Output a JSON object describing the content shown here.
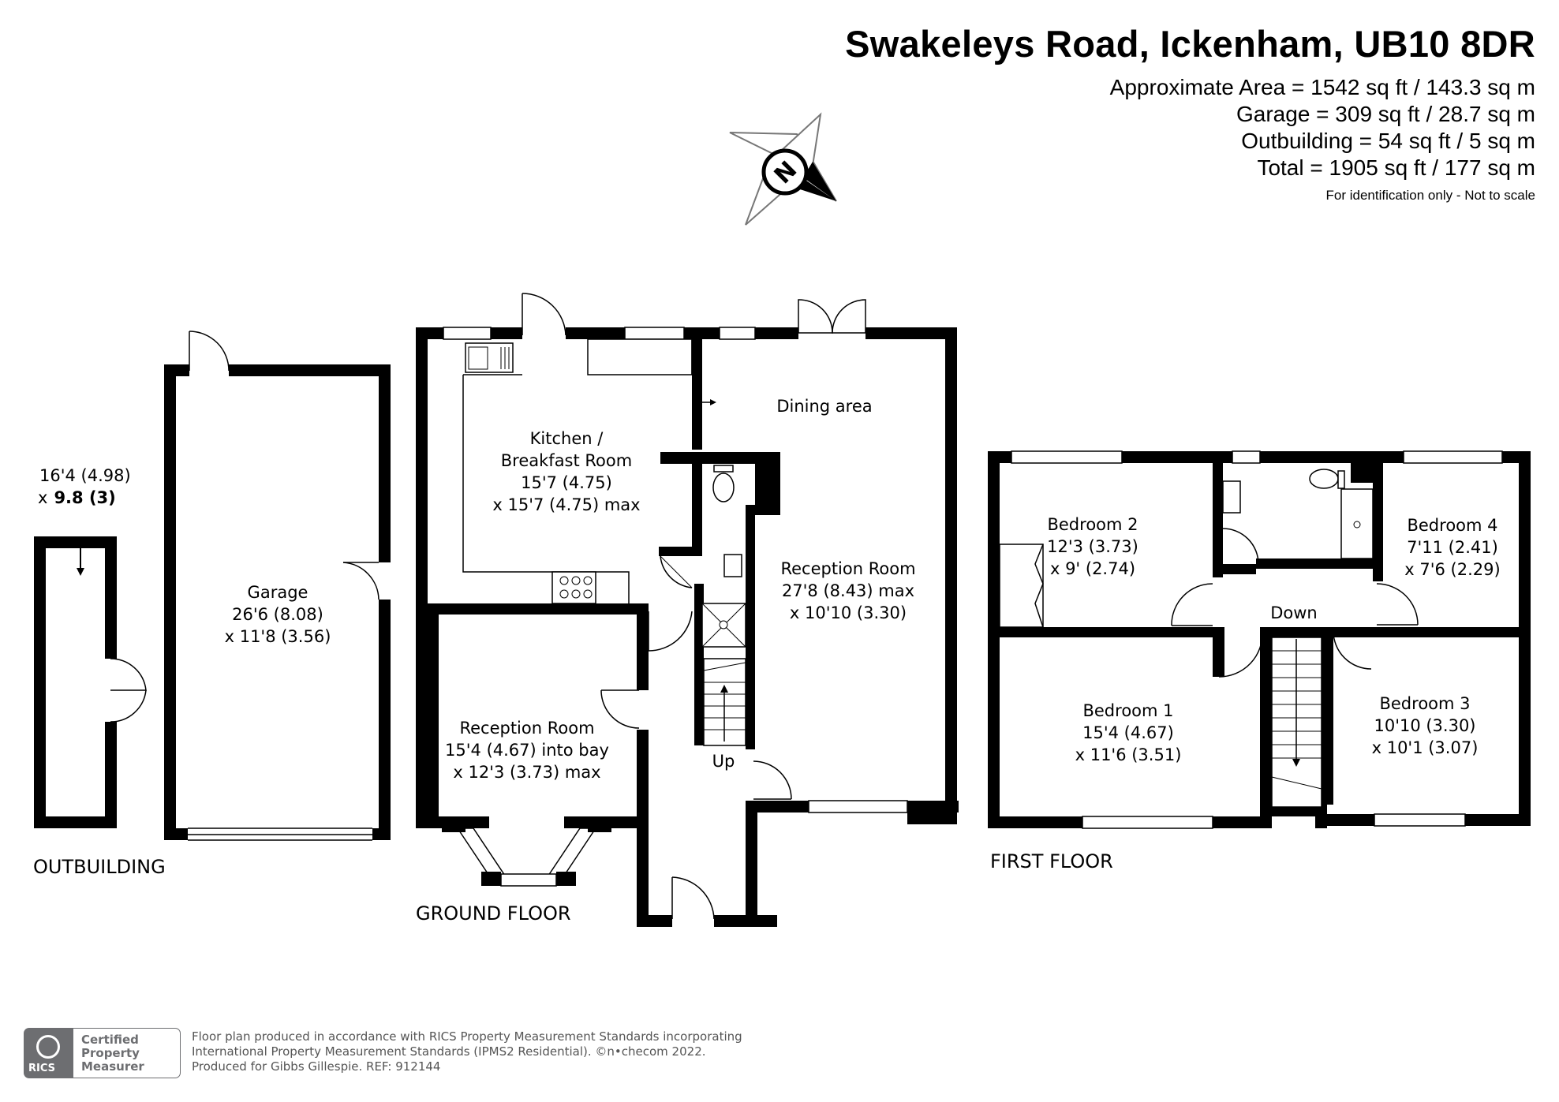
{
  "header": {
    "title": "Swakeleys Road, Ickenham, UB10 8DR",
    "areas": [
      "Approximate Area = 1542 sq ft / 143.3 sq m",
      "Garage = 309 sq ft / 28.7 sq m",
      "Outbuilding = 54 sq ft / 5 sq m",
      "Total = 1905 sq ft / 177 sq m"
    ],
    "disclaimer": "For identification only - Not to scale"
  },
  "compass": {
    "letter": "N",
    "icon": "compass-rose-icon"
  },
  "outbuilding": {
    "dim1": "16'4 (4.98)",
    "dim2_prefix": "x",
    "dim2_bold": "9.8  (3)",
    "label": "OUTBUILDING"
  },
  "garage": {
    "name": "Garage",
    "dim1": "26'6 (8.08)",
    "dim2": "x 11'8 (3.56)"
  },
  "ground_floor": {
    "label": "GROUND FLOOR",
    "kitchen": {
      "line1": "Kitchen /",
      "line2": "Breakfast Room",
      "dim1": "15'7 (4.75)",
      "dim2": "x 15'7 (4.75) max"
    },
    "dining": "Dining area",
    "reception_back": {
      "name": "Reception Room",
      "dim1": "27'8 (8.43) max",
      "dim2": "x 10'10 (3.30)"
    },
    "reception_front": {
      "name": "Reception Room",
      "dim1": "15'4 (4.67) into bay",
      "dim2": "x 12'3 (3.73) max"
    },
    "stairs_label": "Up"
  },
  "first_floor": {
    "label": "FIRST FLOOR",
    "bedroom1": {
      "name": "Bedroom 1",
      "dim1": "15'4 (4.67)",
      "dim2": "x 11'6 (3.51)"
    },
    "bedroom2": {
      "name": "Bedroom 2",
      "dim1": "12'3 (3.73)",
      "dim2": "x 9' (2.74)"
    },
    "bedroom3": {
      "name": "Bedroom 3",
      "dim1": "10'10 (3.30)",
      "dim2": "x 10'1 (3.07)"
    },
    "bedroom4": {
      "name": "Bedroom 4",
      "dim1": "7'11 (2.41)",
      "dim2": "x 7'6 (2.29)"
    },
    "stairs_label": "Down"
  },
  "footer": {
    "badge_word": "RICS",
    "badge_lines": [
      "Certified",
      "Property",
      "Measurer"
    ],
    "text_lines": [
      "Floor plan produced in accordance with RICS Property Measurement Standards incorporating",
      "International Property Measurement Standards (IPMS2 Residential).  ©n•checom 2022.",
      "Produced for Gibbs Gillespie.   REF:  912144"
    ]
  }
}
